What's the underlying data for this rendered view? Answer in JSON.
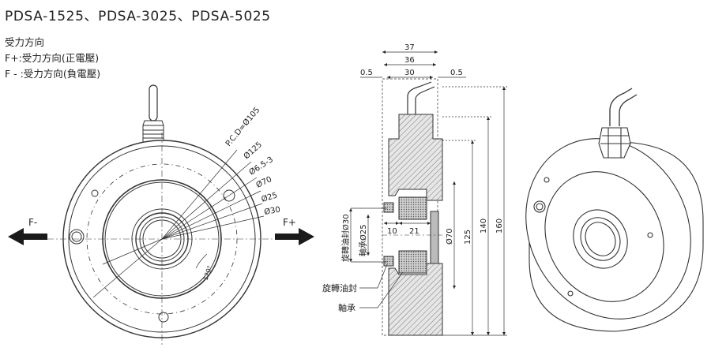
{
  "title": "PDSA-1525、PDSA-3025、PDSA-5025",
  "notes": {
    "line1": "受力方向",
    "line2": "F+:受力方向(正電壓)",
    "line3": "F - :受力方向(負電壓)"
  },
  "front_view": {
    "f_minus": "F-",
    "f_plus": "F+",
    "dims": [
      "P.C.D=Ø105",
      "Ø125",
      "Ø6.5-3",
      "Ø70",
      "Ø25",
      "Ø30"
    ],
    "angle": "120°"
  },
  "section_view": {
    "top_dims": {
      "d37": "37",
      "d36": "36",
      "d30": "30",
      "d05_left": "0.5",
      "d05_right": "0.5"
    },
    "inner_dims": {
      "d10": "10",
      "d21": "21"
    },
    "vertical_dims": {
      "d160": "160",
      "d140": "140",
      "d125": "125",
      "d70": "Ø70"
    },
    "left_dims": {
      "rot_seal_d30": "旋轉油封Ø30",
      "bearing_d25": "軸承Ø25"
    },
    "callouts": {
      "seal": "旋轉油封",
      "bearing": "軸承"
    }
  },
  "colors": {
    "line": "#333333",
    "hatch": "#555555",
    "arrow": "#1a1a1a"
  }
}
